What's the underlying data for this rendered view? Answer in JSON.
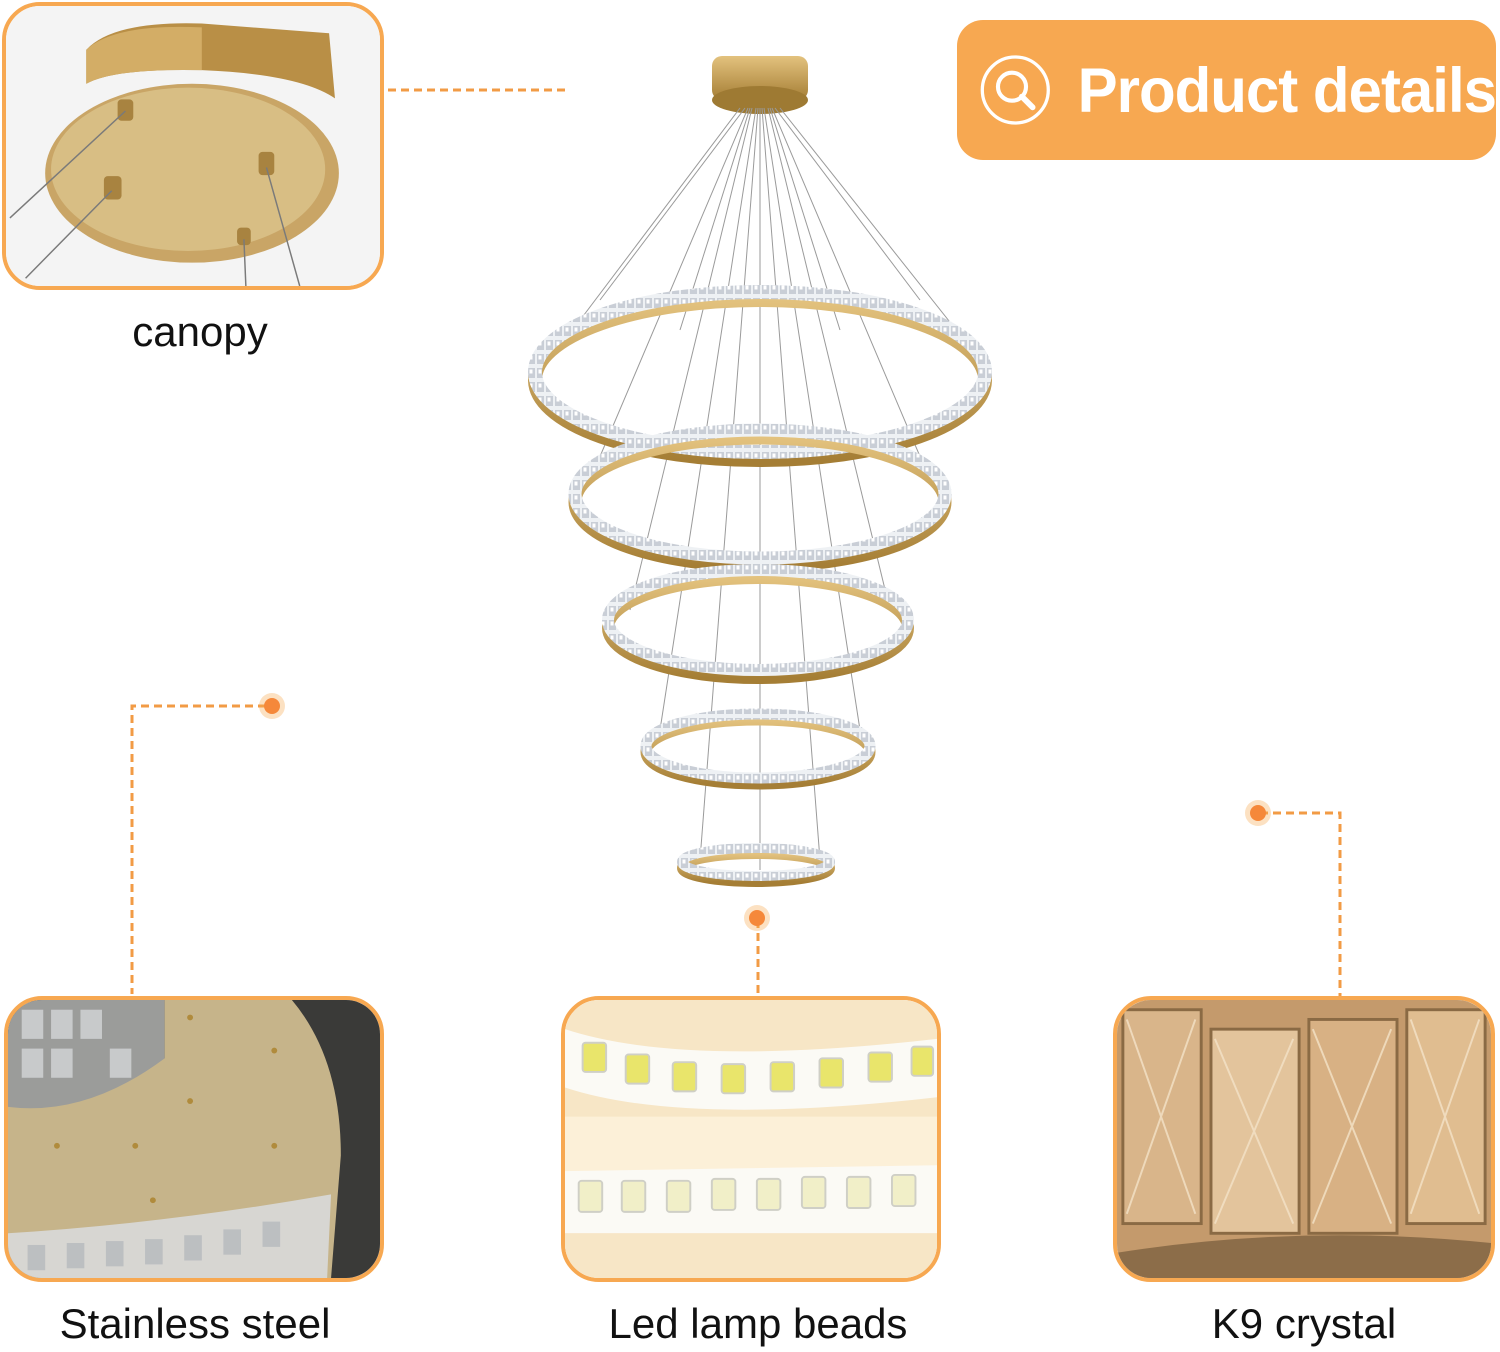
{
  "header": {
    "title": "Product details",
    "icon": "search-icon"
  },
  "callouts": [
    {
      "id": "canopy",
      "label": "canopy"
    },
    {
      "id": "stainless",
      "label": "Stainless steel"
    },
    {
      "id": "led",
      "label": "Led lamp beads"
    },
    {
      "id": "crystal",
      "label": "K9 crystal"
    }
  ],
  "colors": {
    "accent": "#F7A851",
    "dot": "#F5883A",
    "gold": "#C9A15A",
    "text": "#111111"
  }
}
